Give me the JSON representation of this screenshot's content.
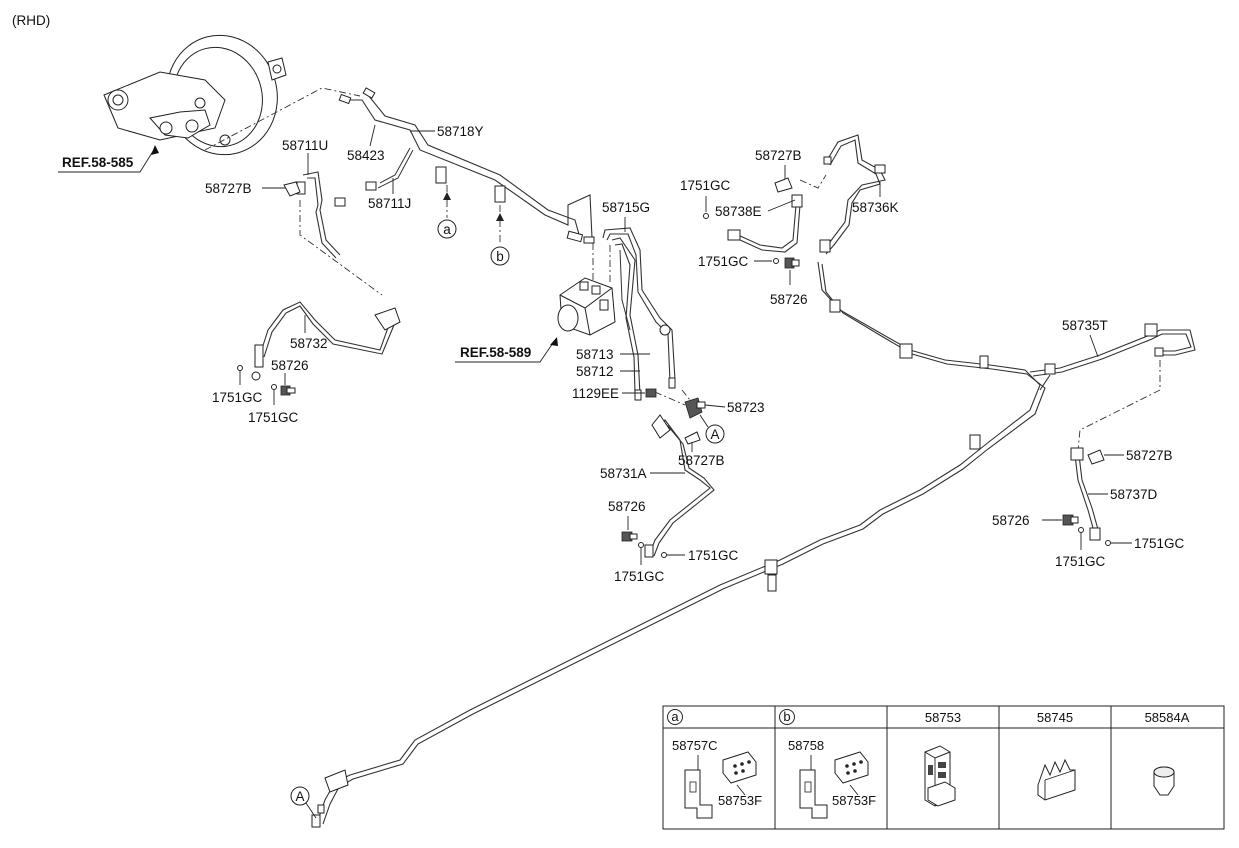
{
  "header_note": "(RHD)",
  "refs": {
    "booster": "REF.58-585",
    "abs": "REF.58-589"
  },
  "callouts": {
    "a": "a",
    "b": "b",
    "A": "A"
  },
  "labels": {
    "p58718Y": "58718Y",
    "p58423": "58423",
    "p58711U": "58711U",
    "p58727B_1": "58727B",
    "p58711J": "58711J",
    "p58732": "58732",
    "p58726_1": "58726",
    "p1751GC_1": "1751GC",
    "p1751GC_2": "1751GC",
    "p58715G": "58715G",
    "p58713": "58713",
    "p58712": "58712",
    "p1129EE": "1129EE",
    "p58723": "58723",
    "p58727B_2": "58727B",
    "p58731A": "58731A",
    "p58726_2": "58726",
    "p1751GC_3": "1751GC",
    "p1751GC_4": "1751GC",
    "p58727B_3": "58727B",
    "p1751GC_5": "1751GC",
    "p58738E": "58738E",
    "p58736K": "58736K",
    "p1751GC_6": "1751GC",
    "p58726_3": "58726",
    "p58735T": "58735T",
    "p58727B_4": "58727B",
    "p58737D": "58737D",
    "p58726_4": "58726",
    "p1751GC_7": "1751GC",
    "p1751GC_8": "1751GC"
  },
  "table": {
    "headers": [
      "a",
      "b",
      "58753",
      "58745",
      "58584A"
    ],
    "cell_a": {
      "part1": "58757C",
      "part2": "58753F"
    },
    "cell_b": {
      "part1": "58758",
      "part2": "58753F"
    }
  }
}
